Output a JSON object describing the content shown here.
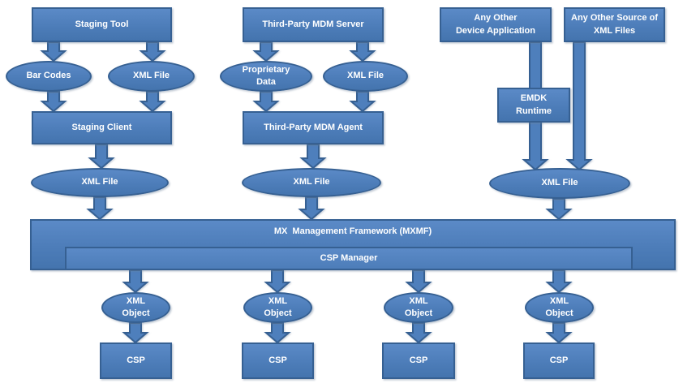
{
  "colors": {
    "node_fill": "#4e7fbc",
    "node_border": "#366092",
    "label_text": "#ffffff",
    "background": "#ffffff"
  },
  "sources": {
    "staging_tool": "Staging Tool",
    "third_party_mdm_server": "Third-Party MDM Server",
    "any_other_device_application": "Any Other\nDevice Application",
    "any_other_source_of_xml_files": "Any Other Source of\nXML Files"
  },
  "payloads": {
    "bar_codes": "Bar Codes",
    "xml_file_staging": "XML File",
    "proprietary_data": "Proprietary\nData",
    "xml_file_mdm": "XML File"
  },
  "agents": {
    "staging_client": "Staging Client",
    "third_party_mdm_agent": "Third-Party MDM Agent",
    "emdk_runtime": "EMDK\nRuntime"
  },
  "xml_files": {
    "left": "XML File",
    "middle": "XML File",
    "right": "XML File"
  },
  "framework": {
    "mxmf": "MX  Management Framework (MXMF)",
    "csp_manager": "CSP Manager"
  },
  "outputs": {
    "xml_objects": [
      "XML\nObject",
      "XML\nObject",
      "XML\nObject",
      "XML\nObject"
    ],
    "csps": [
      "CSP",
      "CSP",
      "CSP",
      "CSP"
    ]
  }
}
